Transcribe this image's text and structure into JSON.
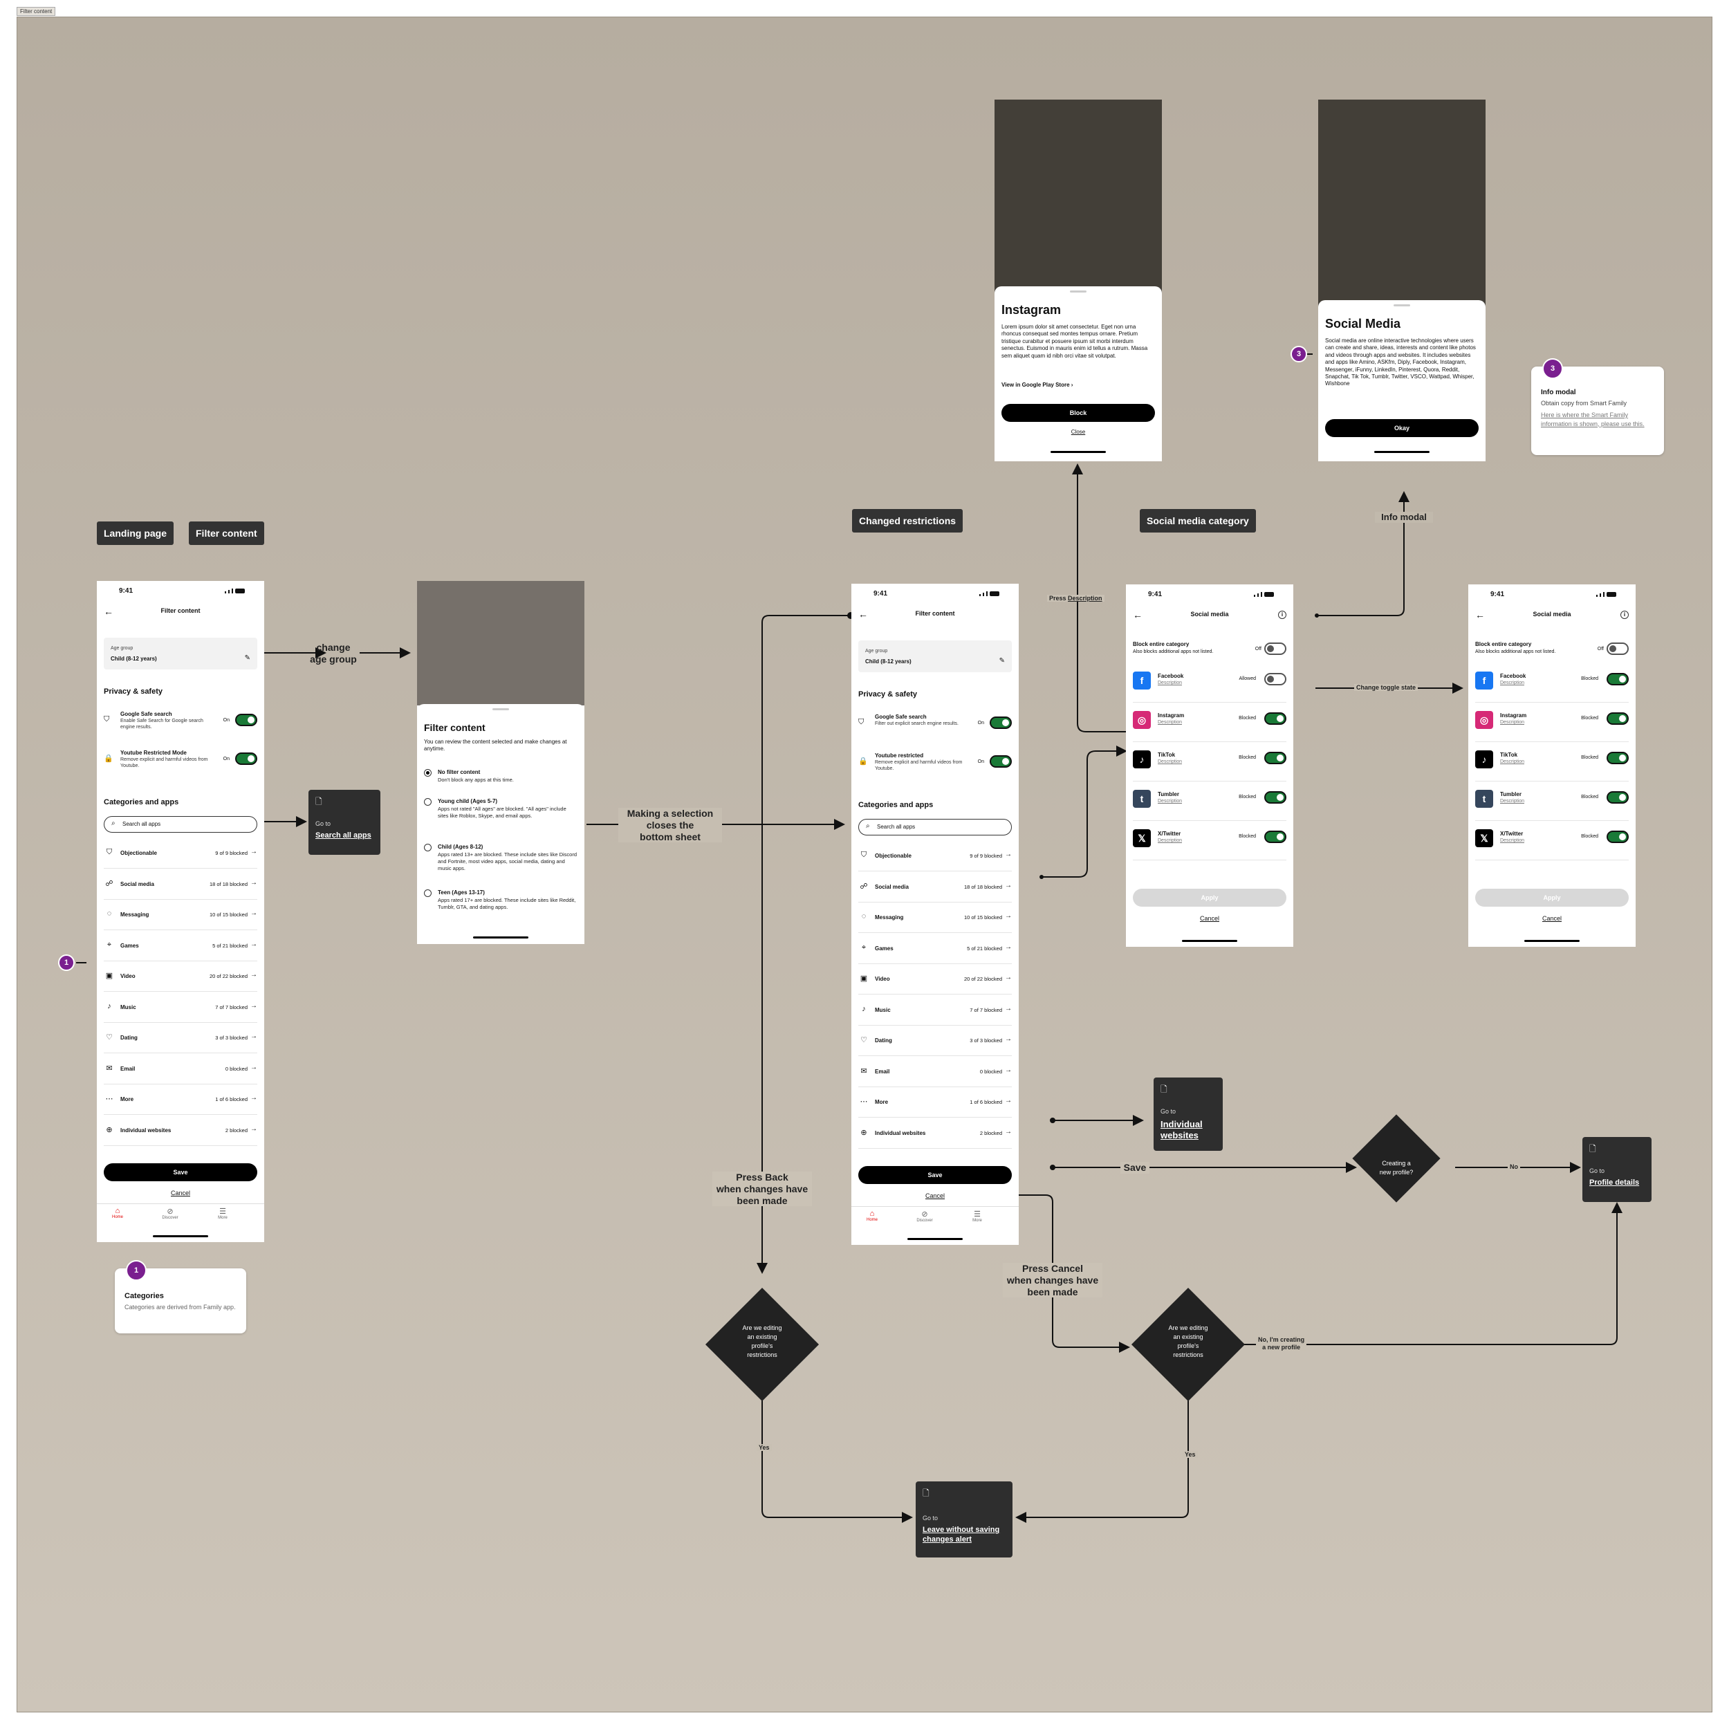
{
  "frame_title": "Filter content",
  "labels": {
    "landing": "Landing page",
    "filter": "Filter content",
    "changed": "Changed restrictions",
    "social": "Social media category"
  },
  "status_time": "9:41",
  "filter_screen": {
    "nav_title": "Filter content",
    "age_label": "Age group",
    "age_value": "Child (8-12 years)",
    "privacy_heading": "Privacy & safety",
    "toggles": [
      {
        "title": "Google Safe search",
        "desc": "Enable Safe Search for Google search engine results.",
        "state": "On"
      },
      {
        "title": "Youtube Restricted Mode",
        "desc": "Remove explicit and harmful videos from Youtube.",
        "state": "On"
      }
    ],
    "categories_heading": "Categories and apps",
    "search_placeholder": "Search all apps",
    "categories": [
      {
        "name": "Objectionable",
        "count": "9 of 9 blocked",
        "icon": "shield-icon"
      },
      {
        "name": "Social media",
        "count": "18 of 18 blocked",
        "icon": "people-icon"
      },
      {
        "name": "Messaging",
        "count": "10 of 15 blocked",
        "icon": "chat-icon"
      },
      {
        "name": "Games",
        "count": "5 of 21 blocked",
        "icon": "gamepad-icon"
      },
      {
        "name": "Video",
        "count": "20 of 22 blocked",
        "icon": "video-icon"
      },
      {
        "name": "Music",
        "count": "7 of 7 blocked",
        "icon": "music-icon"
      },
      {
        "name": "Dating",
        "count": "3 of 3 blocked",
        "icon": "heart-icon"
      },
      {
        "name": "Email",
        "count": "0 blocked",
        "icon": "mail-icon"
      },
      {
        "name": "More",
        "count": "1 of 6 blocked",
        "icon": "more-icon"
      },
      {
        "name": "Individual websites",
        "count": "2 blocked",
        "icon": "globe-icon"
      }
    ],
    "save": "Save",
    "cancel": "Cancel",
    "tabs": [
      "Home",
      "Discover",
      "More"
    ]
  },
  "changed_screen": {
    "toggles": [
      {
        "title": "Google Safe search",
        "desc": "Filter out explicit search engine results.",
        "state": "On"
      },
      {
        "title": "Youtube restricted",
        "desc": "Remove explicit and harmful videos from Youtube.",
        "state": "On"
      }
    ]
  },
  "bottom_sheet": {
    "title": "Filter content",
    "desc": "You can review the content selected and make changes at anytime.",
    "options": [
      {
        "title": "No filter content",
        "desc": "Don't block any apps at this time."
      },
      {
        "title": "Young child (Ages 5-7)",
        "desc": "Apps not rated \"All ages\" are blocked. \"All ages\" include sites like Roblox, Skype, and email apps."
      },
      {
        "title": "Child (Ages 8-12)",
        "desc": "Apps rated 13+ are blocked. These include sites like Discord and Fortnite, most video apps, social media, dating and music apps."
      },
      {
        "title": "Teen (Ages 13-17)",
        "desc": "Apps rated 17+ are blocked. These include sites like Reddit, Tumblr, GTA, and dating apps."
      }
    ]
  },
  "social_screen": {
    "nav_title": "Social media",
    "block_title": "Block entire category",
    "block_desc": "Also blocks additional apps not listed.",
    "block_state": "Off",
    "description_link": "Description",
    "apps_before": [
      {
        "name": "Facebook",
        "status": "Allowed",
        "on": false,
        "color": "#1877f2",
        "glyph": "f"
      },
      {
        "name": "Instagram",
        "status": "Blocked",
        "on": true,
        "color": "#d62976",
        "glyph": "◎"
      },
      {
        "name": "TikTok",
        "status": "Blocked",
        "on": true,
        "color": "#000000",
        "glyph": "♪"
      },
      {
        "name": "Tumbler",
        "status": "Blocked",
        "on": true,
        "color": "#35465c",
        "glyph": "t"
      },
      {
        "name": "X/Twitter",
        "status": "Blocked",
        "on": true,
        "color": "#000000",
        "glyph": "𝕏"
      }
    ],
    "apply": "Apply",
    "cancel": "Cancel"
  },
  "instagram_sheet": {
    "title": "Instagram",
    "body": "Lorem ipsum dolor sit amet consectetur. Eget non urna rhoncus consequat sed montes tempus ornare. Pretium tristique curabitur et posuere ipsum sit morbi interdum senectus. Euismod in mauris enim id tellus a rutrum. Massa sem aliquet quam id nibh orci vitae sit volutpat.",
    "link": "View in Google Play Store",
    "primary": "Block",
    "secondary": "Close"
  },
  "social_sheet": {
    "title": "Social Media",
    "body": "Social media are online interactive technologies where users can create and share, ideas, interests and content like photos and videos through apps and websites. It includes websites and apps like Amino, ASKfm, Diply, Facebook, Instagram, Messenger, iFunny, LinkedIn, Pinterest, Quora, Reddit, Snapchat, Tik Tok, Tumblr, Twitter, VSCO, Wattpad, Whisper, Wishbone",
    "primary": "Okay"
  },
  "notes": {
    "categories": {
      "badge": "1",
      "title": "Categories",
      "body": "Categories are derived from Family app."
    },
    "info": {
      "badge": "3",
      "title": "Info modal",
      "body": "Obtain copy from Smart Family",
      "link": "Here is where the Smart Family information is shown, please use this."
    }
  },
  "badges": {
    "one": "1",
    "three": "3"
  },
  "flow": {
    "change_age": "change\nage group",
    "selection_closes": "Making a selection\ncloses the\nbottom sheet",
    "press_back": "Press Back\nwhen changes have\nbeen made",
    "press_cancel": "Press Cancel\nwhen changes have\nbeen made",
    "press_description_prefix": "Press ",
    "press_description_link": "Description",
    "info_modal": "Info modal",
    "change_toggle": "Change toggle state",
    "save": "Save",
    "yes": "Yes",
    "no": "No",
    "no_creating": "No, I'm creating\na new profile",
    "diamond_editing": "Are we editing\nan existing\nprofile's\nrestrictions",
    "diamond_new": "Creating a\nnew profile?"
  },
  "gotos": {
    "goto": "Go to",
    "search": "Search all apps",
    "websites": "Individual\nwebsites",
    "profile": "Profile details",
    "leave": "Leave without saving\nchanges alert"
  },
  "colors": {
    "canvas_top": "#b6ada0",
    "canvas_bottom": "#cdc5b9",
    "toggle_on": "#1a7a37",
    "badge": "#7a1f8f",
    "home_active": "#e10000"
  }
}
